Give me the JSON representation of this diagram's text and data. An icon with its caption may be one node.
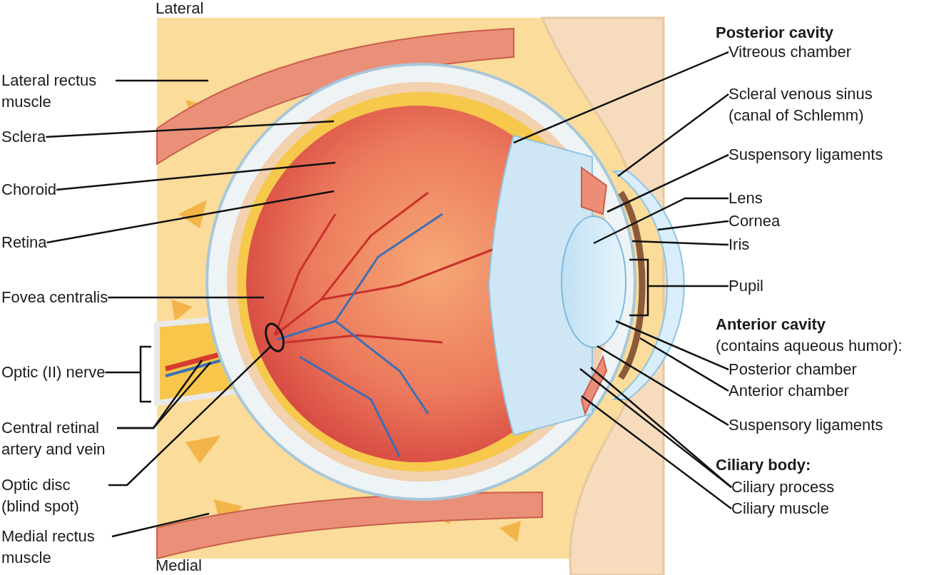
{
  "diagram": {
    "nodes": [
      {
        "text": [
          "Lateral rectus muscle"
        ]
      },
      {
        "text": [
          "Sclera"
        ]
      },
      {
        "text": [
          "Choroid"
        ]
      },
      {
        "text": [
          "Retina"
        ]
      },
      {
        "text": [
          "Fovea centralis"
        ]
      },
      {
        "text": [
          "Optic (II) nerve"
        ]
      },
      {
        "text": [
          "Central retinal artery and vein"
        ]
      },
      {
        "text": [
          "Optic disc (blind spot)"
        ]
      },
      {
        "text": [
          "Medial rectus muscle"
        ]
      },
      {
        "text": [
          "Vitreous chamber"
        ]
      },
      {
        "text": [
          "Scleral venous sinus (canal of Schlemm)"
        ]
      },
      {
        "text": [
          "Suspensory ligaments"
        ]
      },
      {
        "text": [
          "Lens"
        ]
      },
      {
        "text": [
          "Cornea"
        ]
      },
      {
        "text": [
          "Iris"
        ]
      },
      {
        "text": [
          "Pupil"
        ]
      },
      {
        "text": [
          "Posterior chamber"
        ]
      },
      {
        "text": [
          "Anterior chamber"
        ]
      },
      {
        "text": [
          "Suspensory ligaments"
        ]
      },
      {
        "text": [
          "Ciliary process"
        ]
      },
      {
        "text": [
          "Ciliary muscle"
        ]
      },
      {
        "text": [],
        "shape": "bracket"
      },
      {
        "text": [],
        "shape": "bracket"
      }
    ],
    "edges": [
      {
        "from": 0,
        "to": null,
        "arrow": "none"
      },
      {
        "from": 1,
        "to": null,
        "arrow": "none"
      },
      {
        "from": 2,
        "to": null,
        "arrow": "none"
      },
      {
        "from": 3,
        "to": null,
        "arrow": "none"
      },
      {
        "from": 4,
        "to": null,
        "arrow": "none"
      },
      {
        "from": 5,
        "to": 21,
        "arrow": "none"
      },
      {
        "from": 6,
        "to": null,
        "arrow": "none"
      },
      {
        "from": 6,
        "to": null,
        "arrow": "none"
      },
      {
        "from": 7,
        "to": null,
        "arrow": "none"
      },
      {
        "from": 8,
        "to": null,
        "arrow": "none"
      },
      {
        "from": 9,
        "to": null,
        "arrow": "none"
      },
      {
        "from": 10,
        "to": null,
        "arrow": "none"
      },
      {
        "from": 11,
        "to": null,
        "arrow": "none"
      },
      {
        "from": 12,
        "to": null,
        "arrow": "none"
      },
      {
        "from": 13,
        "to": null,
        "arrow": "none"
      },
      {
        "from": 14,
        "to": null,
        "arrow": "none"
      },
      {
        "from": 15,
        "to": 22,
        "arrow": "none"
      },
      {
        "from": 16,
        "to": null,
        "arrow": "none"
      },
      {
        "from": 17,
        "to": null,
        "arrow": "none"
      },
      {
        "from": 18,
        "to": null,
        "arrow": "none"
      },
      {
        "from": 19,
        "to": null,
        "arrow": "none"
      },
      {
        "from": 19,
        "to": null,
        "arrow": "none"
      },
      {
        "from": 20,
        "to": null,
        "arrow": "none"
      }
    ],
    "labels": [
      "Lateral",
      "Posterior cavity",
      "Anterior cavity",
      "(contains aqueous humor):",
      "Ciliary body:",
      "Medial"
    ]
  }
}
